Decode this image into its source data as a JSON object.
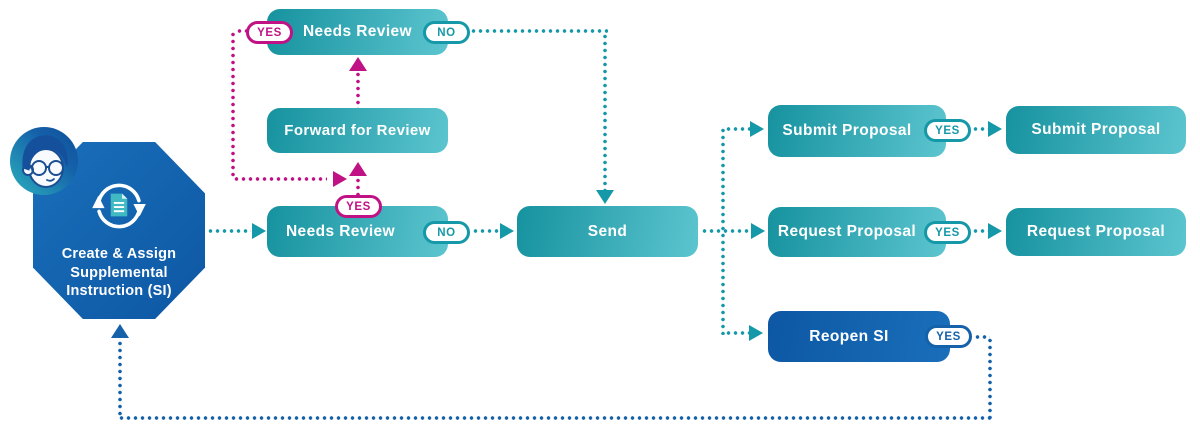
{
  "colors": {
    "teal_dark": "#16929f",
    "teal_light": "#5cc5cf",
    "teal_line": "#1598a7",
    "magenta": "#c01285",
    "blue": "#1561aa",
    "blue_box_dark": "#0d57a4",
    "blue_box_light": "#1a6fba",
    "doc_icon": "#41b9c2"
  },
  "start_node": {
    "label": "Create & Assign Supplemental Instruction (SI)"
  },
  "nodes": {
    "needs_review_top": {
      "label": "Needs Review",
      "yes_label": "YES",
      "no_label": "NO"
    },
    "forward_for_review": {
      "label": "Forward for Review"
    },
    "needs_review": {
      "label": "Needs Review",
      "yes_label": "YES",
      "no_label": "NO"
    },
    "send": {
      "label": "Send"
    },
    "submit_proposal": {
      "label": "Submit Proposal",
      "yes_label": "YES"
    },
    "submit_proposal_result": {
      "label": "Submit Proposal"
    },
    "request_proposal": {
      "label": "Request Proposal",
      "yes_label": "YES"
    },
    "request_proposal_result": {
      "label": "Request Proposal"
    },
    "reopen_si": {
      "label": "Reopen SI",
      "yes_label": "YES"
    }
  }
}
